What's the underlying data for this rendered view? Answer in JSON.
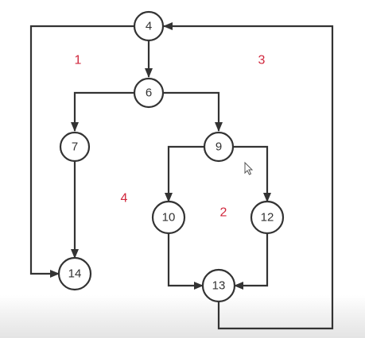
{
  "graph": {
    "nodes": [
      {
        "id": "n4",
        "label": "4"
      },
      {
        "id": "n6",
        "label": "6"
      },
      {
        "id": "n7",
        "label": "7"
      },
      {
        "id": "n9",
        "label": "9"
      },
      {
        "id": "n10",
        "label": "10"
      },
      {
        "id": "n12",
        "label": "12"
      },
      {
        "id": "n14",
        "label": "14"
      },
      {
        "id": "n13",
        "label": "13"
      }
    ],
    "edges": [
      {
        "from": "4",
        "to": "6"
      },
      {
        "from": "6",
        "to": "7"
      },
      {
        "from": "6",
        "to": "9"
      },
      {
        "from": "7",
        "to": "14"
      },
      {
        "from": "4",
        "to": "14"
      },
      {
        "from": "9",
        "to": "10"
      },
      {
        "from": "9",
        "to": "12"
      },
      {
        "from": "10",
        "to": "13"
      },
      {
        "from": "12",
        "to": "13"
      },
      {
        "from": "13",
        "to": "4"
      }
    ],
    "regions": [
      {
        "id": "r1",
        "label": "1"
      },
      {
        "id": "r2",
        "label": "2"
      },
      {
        "id": "r3",
        "label": "3"
      },
      {
        "id": "r4",
        "label": "4"
      }
    ]
  },
  "colors": {
    "line": "#333333",
    "region_label": "#d0263c"
  },
  "icons": {
    "cursor": "mouse-pointer-icon"
  }
}
